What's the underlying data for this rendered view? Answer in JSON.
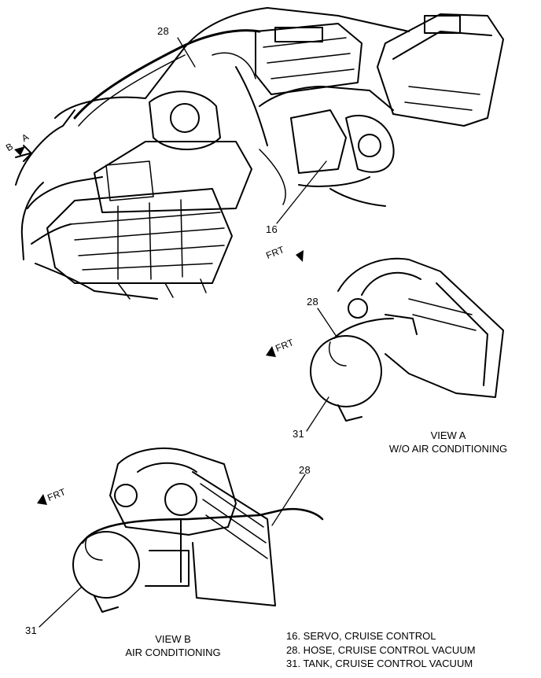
{
  "callouts": {
    "engine_hose": "28",
    "view_a_hose": "28",
    "view_b_hose": "28",
    "servo": "16",
    "view_a_tank": "31",
    "view_b_tank": "31"
  },
  "direction_labels": {
    "view_a_marker": "A",
    "view_b_marker": "B",
    "frt_engine": "FRT",
    "frt_view_a": "FRT",
    "frt_view_b": "FRT"
  },
  "views": {
    "view_a": {
      "title": "VIEW A",
      "subtitle": "W/O AIR CONDITIONING"
    },
    "view_b": {
      "title": "VIEW B",
      "subtitle": "AIR CONDITIONING"
    }
  },
  "legend": [
    "16. SERVO, CRUISE CONTROL",
    "28. HOSE, CRUISE CONTROL VACUUM",
    "31. TANK, CRUISE CONTROL VACUUM"
  ],
  "colors": {
    "ink": "#000000",
    "paper": "#ffffff"
  }
}
